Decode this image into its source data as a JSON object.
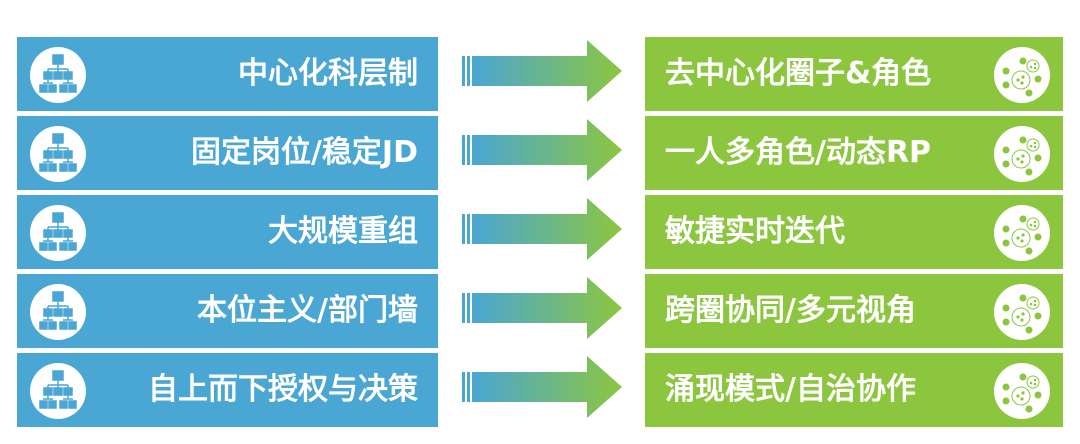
{
  "colors": {
    "left": "#4aa6d3",
    "right": "#8cc63f"
  },
  "rows": [
    {
      "from": "中心化科层制",
      "to": "去中心化圈子&角色"
    },
    {
      "from": "固定岗位/稳定JD",
      "to": "一人多角色/动态RP"
    },
    {
      "from": "大规模重组",
      "to": "敏捷实时迭代"
    },
    {
      "from": "本位主义/部门墙",
      "to": "跨圈协同/多元视角"
    },
    {
      "from": "自上而下授权与决策",
      "to": "涌现模式/自治协作"
    }
  ],
  "icons": {
    "left": "org-chart-icon",
    "right": "cell-circles-icon"
  }
}
